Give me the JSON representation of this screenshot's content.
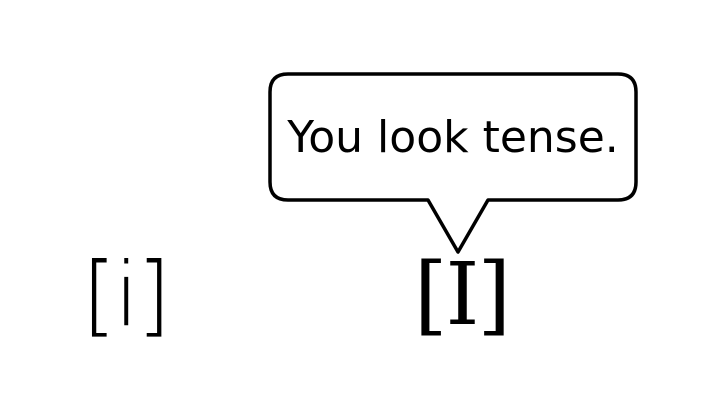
{
  "symbols": {
    "left": "[i]",
    "right": "[I]"
  },
  "speech_bubble": {
    "text": "You look tense."
  },
  "colors": {
    "ink": "#000000",
    "background": "#ffffff"
  }
}
